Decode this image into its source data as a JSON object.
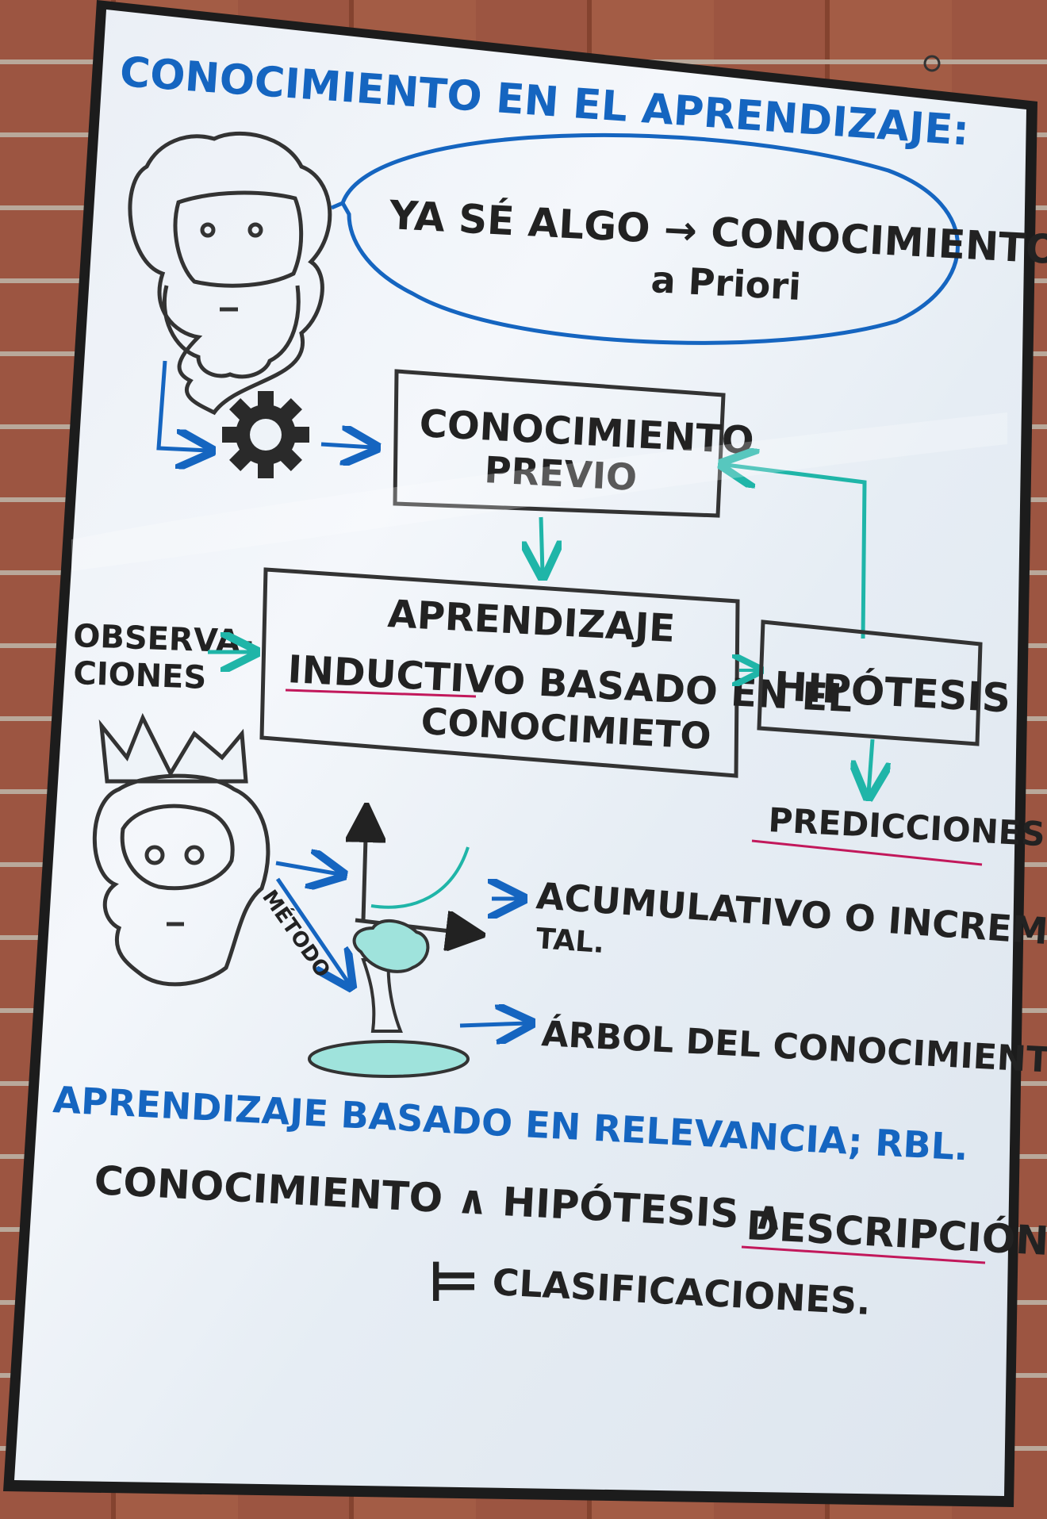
{
  "board": {
    "title": "CONOCIMIENTO EN EL APRENDIZAJE:",
    "thought_bubble": {
      "line1": "YA SÉ ALGO → CONOCIMIENTO",
      "line2": "a Priori"
    },
    "box_previo": {
      "line1": "CONOCIMIENTO",
      "line2": "PREVIO"
    },
    "observaciones": {
      "line1": "OBSERVA-",
      "line2": "CIONES"
    },
    "box_aprendizaje": {
      "line1": "APRENDIZAJE",
      "line2": "INDUCTIVO BASADO EN EL",
      "line3": "CONOCIMIETO"
    },
    "box_hipotesis": "HIPÓTESIS",
    "predicciones": "PREDICCIONES",
    "metodo_label": "MÉTODO",
    "acumulativo": {
      "line1": "ACUMULATIVO O INCREMEN-",
      "line2": "TAL."
    },
    "arbol": "ÁRBOL DEL CONOCIMIENTO.",
    "rbl_title": "APRENDIZAJE BASADO EN RELEVANCIA; RBL.",
    "formula": {
      "part1": "CONOCIMIENTO ∧ HIPÓTESIS ∧",
      "part2": "DESCRIPCIÓN",
      "entails": "⊨",
      "conclusion": "CLASIFICACIONES."
    },
    "colors": {
      "blue": "#1565c0",
      "black": "#222222",
      "teal": "#1fb5a8",
      "red": "#c2185b",
      "whiteboard": "#eef3f8",
      "frame": "#1c1c1c"
    }
  }
}
